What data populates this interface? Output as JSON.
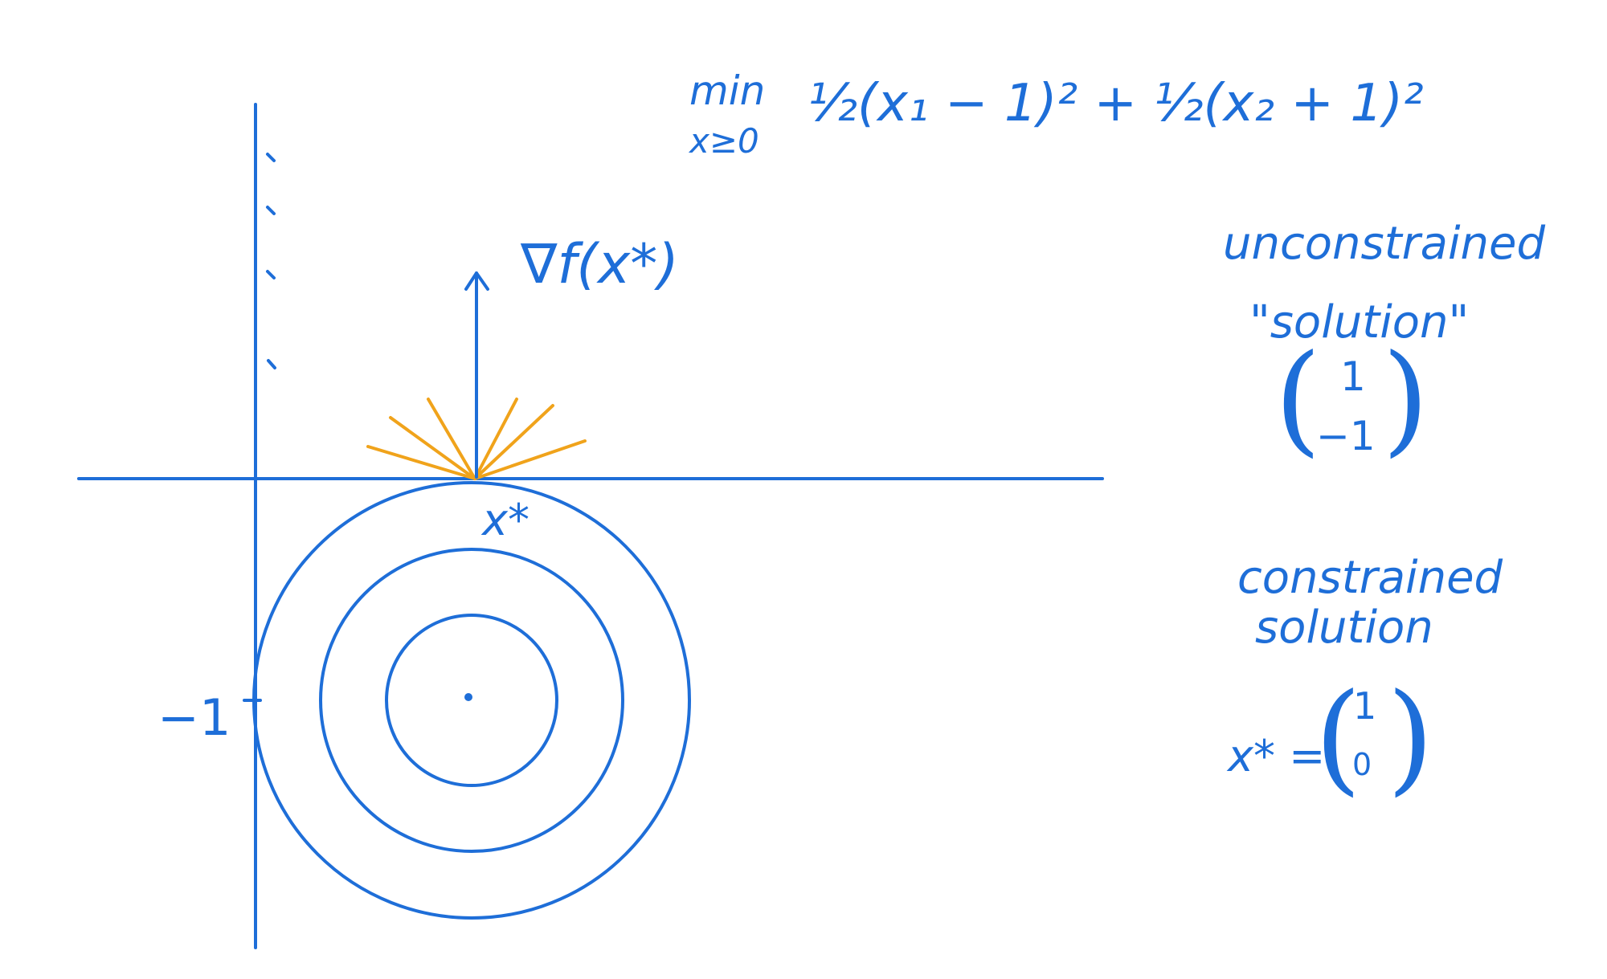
{
  "problem": {
    "min_label": "min",
    "constraint_label": "x≥0",
    "objective": "½(x₁ − 1)² + ½(x₂ + 1)²"
  },
  "gradient": {
    "label": "∇f(x*)"
  },
  "optimum": {
    "label": "x*"
  },
  "axis": {
    "tick_label": "−1"
  },
  "unconstrained": {
    "title_line1": "unconstrained",
    "title_line2": "\"solution\"",
    "vector_top": "1",
    "vector_bottom": "−1"
  },
  "constrained": {
    "title_line1": "constrained",
    "title_line2": "solution",
    "lhs": "x* =",
    "vector_top": "1",
    "vector_bottom": "0"
  },
  "colors": {
    "ink": "#1e6ed8",
    "cone": "#f0a31b",
    "background": "#ffffff"
  }
}
